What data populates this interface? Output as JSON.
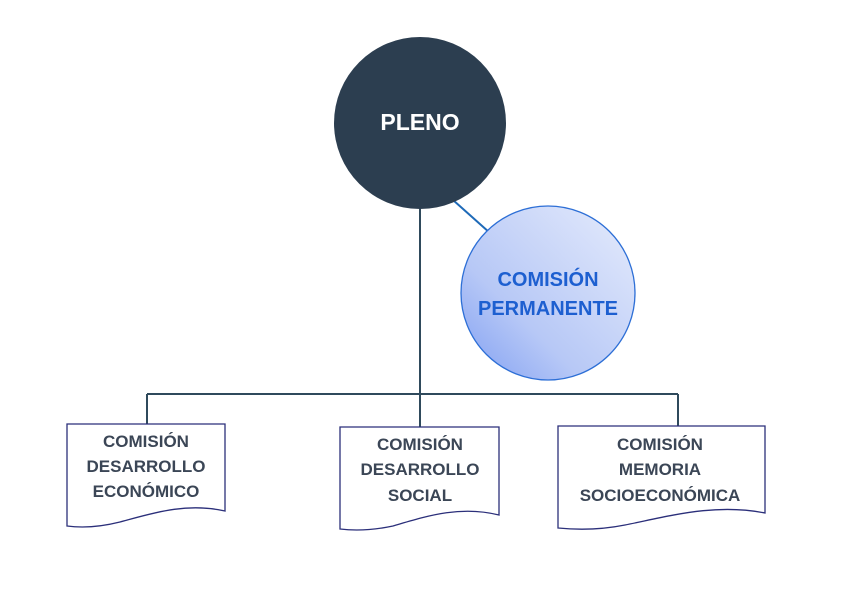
{
  "pleno": {
    "label": "PLENO",
    "color": "#2c3e50"
  },
  "comision_permanente": {
    "line1": "COMISIÓN",
    "line2": "PERMANENTE",
    "text_color": "#1d5fd0"
  },
  "comisiones": [
    {
      "line1": "COMISIÓN",
      "line2": "DESARROLLO",
      "line3": "ECONÓMICO"
    },
    {
      "line1": "COMISIÓN",
      "line2": "DESARROLLO",
      "line3": "SOCIAL"
    },
    {
      "line1": "COMISIÓN",
      "line2": "MEMORIA",
      "line3": "SOCIOECONÓMICA"
    }
  ],
  "colors": {
    "connector": "#2f4a5c",
    "connector_accent": "#1e6ab8",
    "doc_border": "#2b2f7a",
    "doc_text": "#3b4656"
  }
}
